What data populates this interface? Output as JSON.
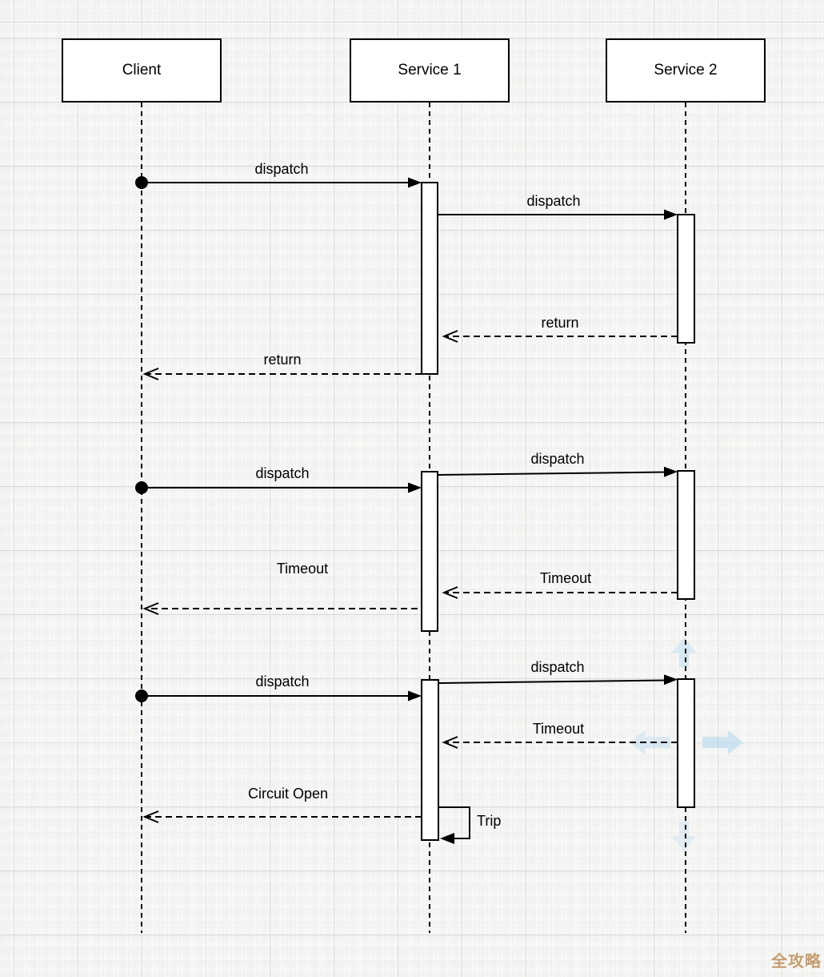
{
  "diagram_type": "uml-sequence",
  "actors": [
    {
      "name": "Client"
    },
    {
      "name": "Service 1"
    },
    {
      "name": "Service 2"
    }
  ],
  "messages": [
    {
      "label": "dispatch",
      "from": "Client",
      "to": "Service 1",
      "style": "sync"
    },
    {
      "label": "dispatch",
      "from": "Service 1",
      "to": "Service 2",
      "style": "sync"
    },
    {
      "label": "return",
      "from": "Service 2",
      "to": "Service 1",
      "style": "return"
    },
    {
      "label": "return",
      "from": "Service 1",
      "to": "Client",
      "style": "return"
    },
    {
      "label": "dispatch",
      "from": "Client",
      "to": "Service 1",
      "style": "sync"
    },
    {
      "label": "dispatch",
      "from": "Service 1",
      "to": "Service 2",
      "style": "sync"
    },
    {
      "label": "Timeout",
      "from": "Service 2",
      "to": "Service 1",
      "style": "return"
    },
    {
      "label": "Timeout",
      "from": "Service 1",
      "to": "Client",
      "style": "return"
    },
    {
      "label": "dispatch",
      "from": "Client",
      "to": "Service 1",
      "style": "sync"
    },
    {
      "label": "dispatch",
      "from": "Service 1",
      "to": "Service 2",
      "style": "sync"
    },
    {
      "label": "Timeout",
      "from": "Service 2",
      "to": "Service 1",
      "style": "return"
    },
    {
      "label": "Circuit Open",
      "from": "Service 1",
      "to": "Client",
      "style": "return"
    },
    {
      "label": "Trip",
      "from": "Service 1",
      "to": "Service 1",
      "style": "self"
    }
  ],
  "canvas_hints": {
    "direction_arrow_icons": [
      "up",
      "left",
      "right",
      "down"
    ],
    "color": "#aed6ee"
  },
  "colors": {
    "stroke": "#000000",
    "shape_fill": "#ffffff",
    "watermark": "#c59c6d"
  },
  "watermark": {
    "text": "全攻略"
  }
}
